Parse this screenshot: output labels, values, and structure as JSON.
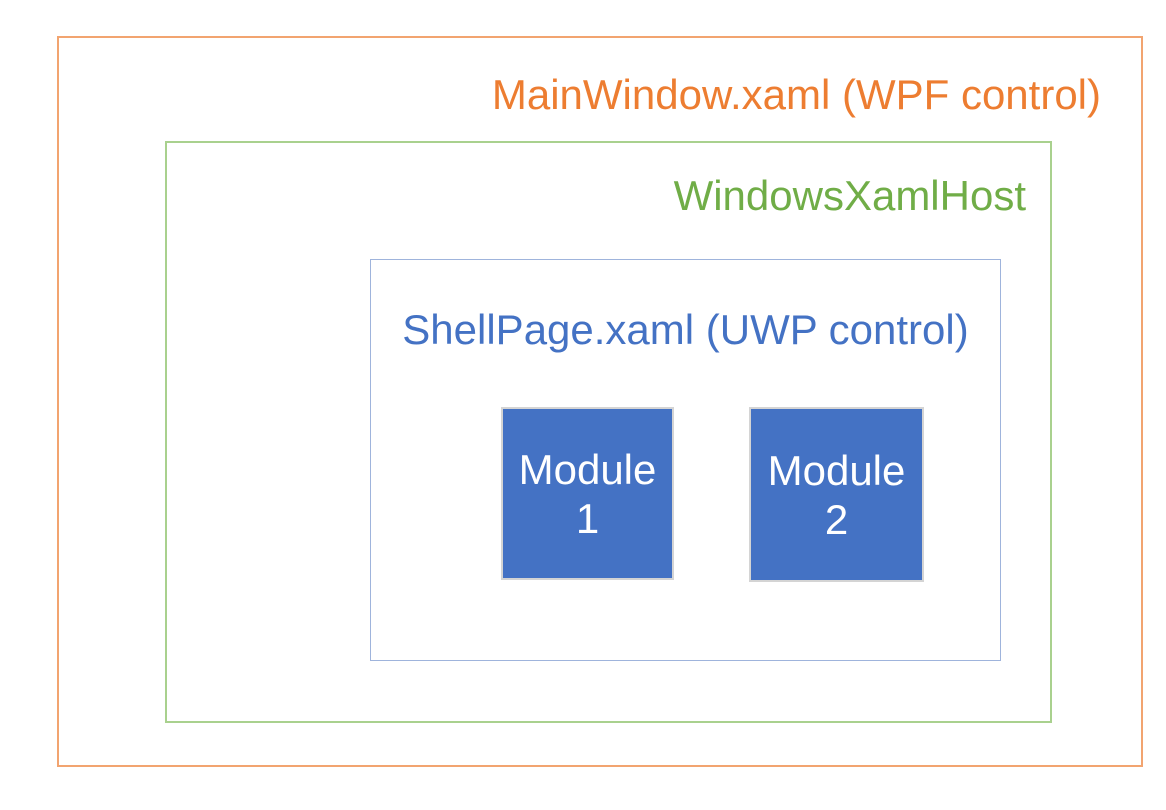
{
  "diagram": {
    "outer_box": {
      "label": "MainWindow.xaml (WPF control)"
    },
    "host_box": {
      "label": "WindowsXamlHost"
    },
    "shell_box": {
      "label": "ShellPage.xaml (UWP control)"
    },
    "modules": [
      {
        "line1": "Module",
        "line2": "1"
      },
      {
        "line1": "Module",
        "line2": "2"
      }
    ],
    "colors": {
      "outer_text": "#ED7D31",
      "outer_border": "#F2A470",
      "host_text": "#70AD47",
      "host_border": "#A9D18E",
      "shell_text": "#4472C4",
      "shell_border": "#9FB4DC",
      "module_fill": "#4472C4",
      "module_border": "#D4D4D4",
      "module_text": "#FFFFFF"
    }
  }
}
